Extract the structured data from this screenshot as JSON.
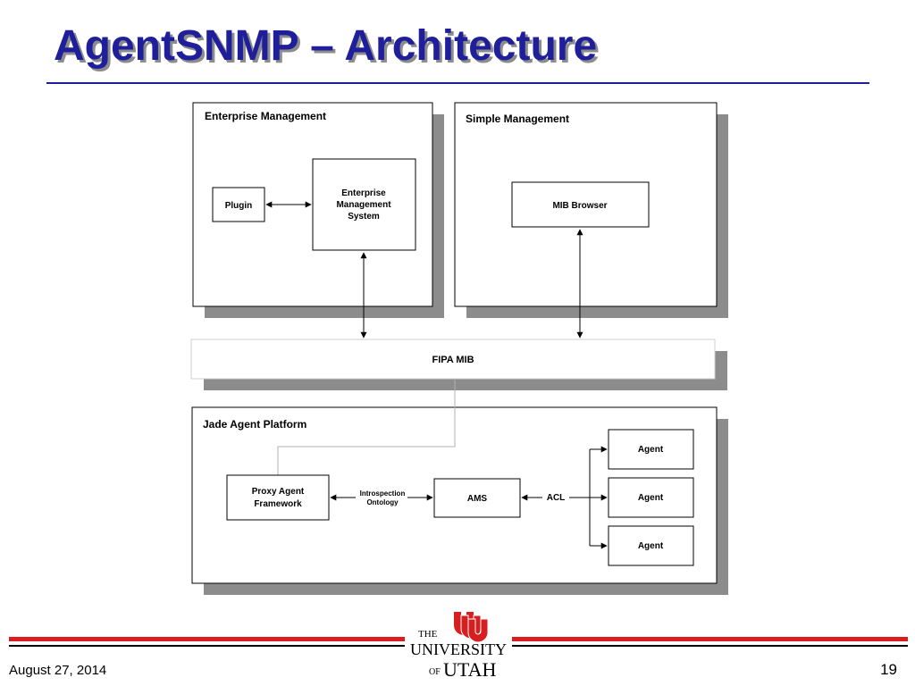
{
  "slide": {
    "title": "AgentSNMP – Architecture"
  },
  "diagram": {
    "enterprise": {
      "title": "Enterprise Management",
      "plugin": "Plugin",
      "ems_lines": [
        "Enterprise",
        "Management",
        "System"
      ]
    },
    "simple": {
      "title": "Simple Management",
      "mib_browser": "MIB Browser"
    },
    "fipa_mib": "FIPA MIB",
    "jade": {
      "title": "Jade Agent Platform",
      "proxy_lines": [
        "Proxy Agent",
        "Framework"
      ],
      "introspection_lines": [
        "Introspection",
        "Ontology"
      ],
      "ams": "AMS",
      "acl": "ACL",
      "agents": [
        "Agent",
        "Agent",
        "Agent"
      ]
    }
  },
  "footer": {
    "date": "August 27, 2014",
    "page": "19",
    "logo_lines": [
      "THE",
      "UNIVERSITY",
      "OF",
      "UTAH"
    ]
  },
  "colors": {
    "title": "#1f1f9c",
    "accent": "#d71f1f",
    "shadow": "#8c8c8c"
  }
}
